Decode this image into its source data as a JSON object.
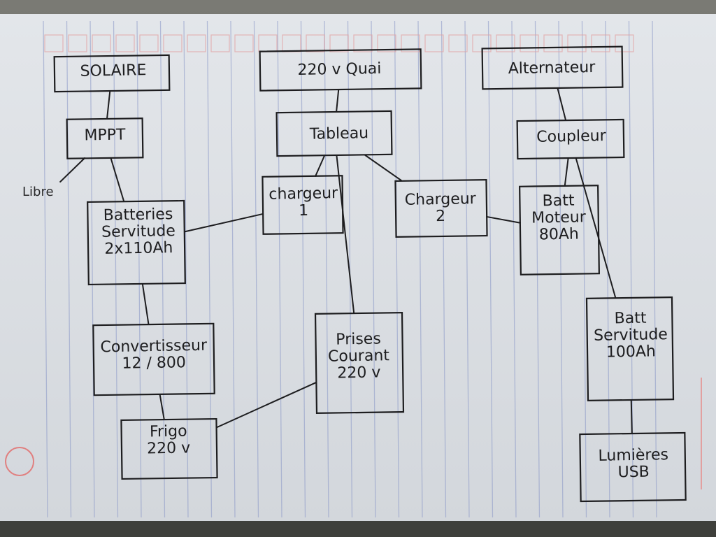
{
  "diagram": {
    "nodes": [
      {
        "id": "solaire",
        "label": "SOLAIRE"
      },
      {
        "id": "quai",
        "label": "220 v Quai"
      },
      {
        "id": "alternateur",
        "label": "Alternateur"
      },
      {
        "id": "mppt",
        "label": "MPPT"
      },
      {
        "id": "tableau",
        "label": "Tableau"
      },
      {
        "id": "coupleur",
        "label": "Coupleur"
      },
      {
        "id": "chargeur1",
        "label": "chargeur\n1"
      },
      {
        "id": "chargeur2",
        "label": "Chargeur\n2"
      },
      {
        "id": "batt_servitude",
        "label": "Batteries\nServitude\n2x110Ah"
      },
      {
        "id": "batt_moteur",
        "label": "Batt\nMoteur\n80Ah"
      },
      {
        "id": "convertisseur",
        "label": "Convertisseur\n12 / 800"
      },
      {
        "id": "prises",
        "label": "Prises\nCourant\n220 v"
      },
      {
        "id": "batt_servitude_100",
        "label": "Batt\nServitude\n100Ah"
      },
      {
        "id": "frigo",
        "label": "Frigo\n220 v"
      },
      {
        "id": "lumieres",
        "label": "Lumières\nUSB"
      }
    ],
    "free_labels": [
      {
        "id": "libre",
        "text": "Libre"
      }
    ],
    "edges": [
      [
        "solaire",
        "mppt"
      ],
      [
        "mppt",
        "libre"
      ],
      [
        "mppt",
        "batt_servitude"
      ],
      [
        "quai",
        "tableau"
      ],
      [
        "tableau",
        "chargeur1"
      ],
      [
        "tableau",
        "chargeur2"
      ],
      [
        "tableau",
        "prises"
      ],
      [
        "chargeur1",
        "batt_servitude"
      ],
      [
        "chargeur2",
        "batt_moteur"
      ],
      [
        "alternateur",
        "coupleur"
      ],
      [
        "coupleur",
        "batt_moteur"
      ],
      [
        "coupleur",
        "batt_servitude_100"
      ],
      [
        "batt_servitude",
        "convertisseur"
      ],
      [
        "convertisseur",
        "frigo"
      ],
      [
        "prises",
        "frigo"
      ],
      [
        "batt_servitude_100",
        "lumieres"
      ]
    ]
  },
  "colors": {
    "ink": "#1d1d1f",
    "paper": "#dcdfe4",
    "rule_line": "#8f9cc9",
    "margin_line": "#e2a0a0"
  }
}
